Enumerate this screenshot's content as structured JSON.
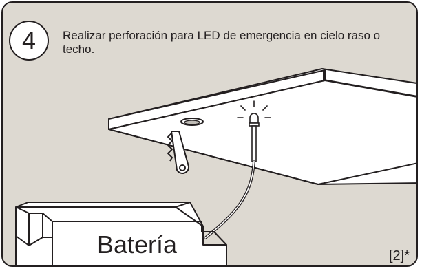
{
  "step": {
    "number": "4",
    "instruction": "Realizar perforación para LED de emergencia en cielo raso o techo."
  },
  "battery": {
    "label": "Batería"
  },
  "reference_note": "[2]*",
  "colors": {
    "panel_background": "#ddd9d1",
    "line": "#231f20",
    "fill_white": "#ffffff",
    "accent_gray": "#bfbcb6"
  },
  "icons": {
    "ceiling": "ceiling-panel-icon",
    "hole": "hole-icon",
    "led": "led-emergency-icon",
    "cable": "cable-icon",
    "saw": "hole-saw-icon",
    "battery": "battery-box-icon"
  }
}
